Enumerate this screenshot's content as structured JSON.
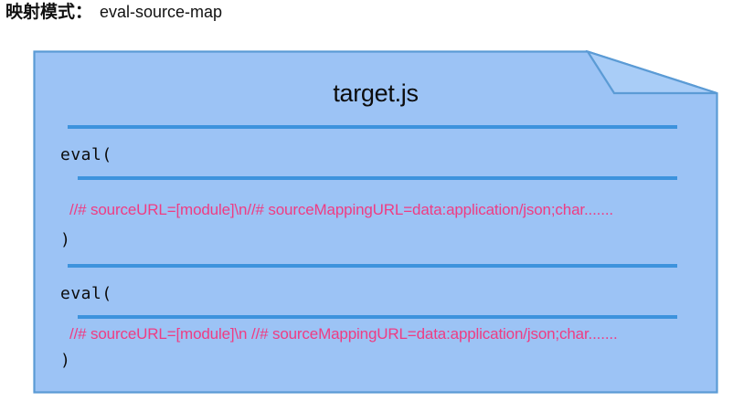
{
  "header": {
    "label": "映射模式：",
    "value": "eval-source-map"
  },
  "document_card": {
    "title": "target.js",
    "shape": "folded-corner-document",
    "fill_color": "#9cc3f5",
    "border_color": "#5b9bd5",
    "rule_color": "#3d93dd",
    "code_color": "#ef3c83",
    "blocks": [
      {
        "open": "eval(",
        "code": "//# sourceURL=[module]\\n//# sourceMappingURL=data:application/json;char.......",
        "close": ")"
      },
      {
        "open": "eval(",
        "code": "//# sourceURL=[module]\\n //# sourceMappingURL=data:application/json;char.......",
        "close": ")"
      }
    ]
  }
}
